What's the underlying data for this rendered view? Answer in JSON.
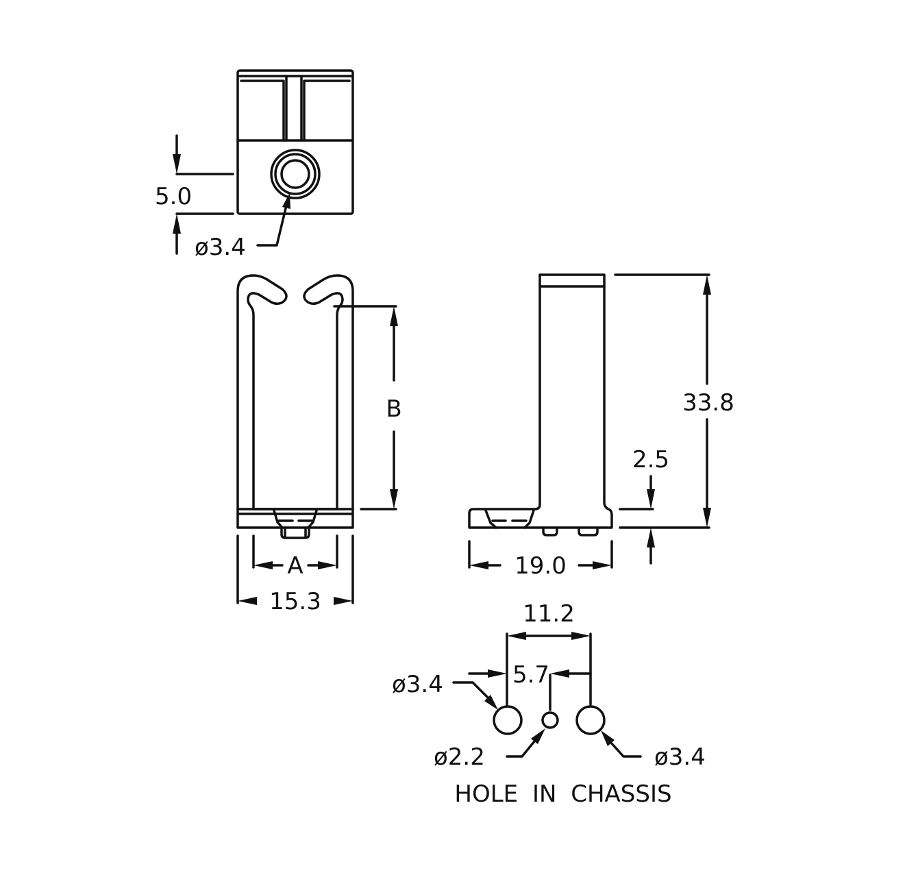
{
  "drawing": {
    "top_view": {
      "dim_height": "5.0",
      "hole_dia": "ø3.4"
    },
    "front_view": {
      "dim_b": "B",
      "dim_a": "A",
      "dim_width": "15.3"
    },
    "side_view": {
      "dim_height": "33.8",
      "dim_base": "2.5",
      "dim_length": "19.0"
    },
    "hole_pattern": {
      "dim_total": "11.2",
      "dim_offset": "5.7",
      "hole_left": "ø3.4",
      "hole_center": "ø2.2",
      "hole_right": "ø3.4",
      "caption": "HOLE IN CHASSIS"
    }
  }
}
